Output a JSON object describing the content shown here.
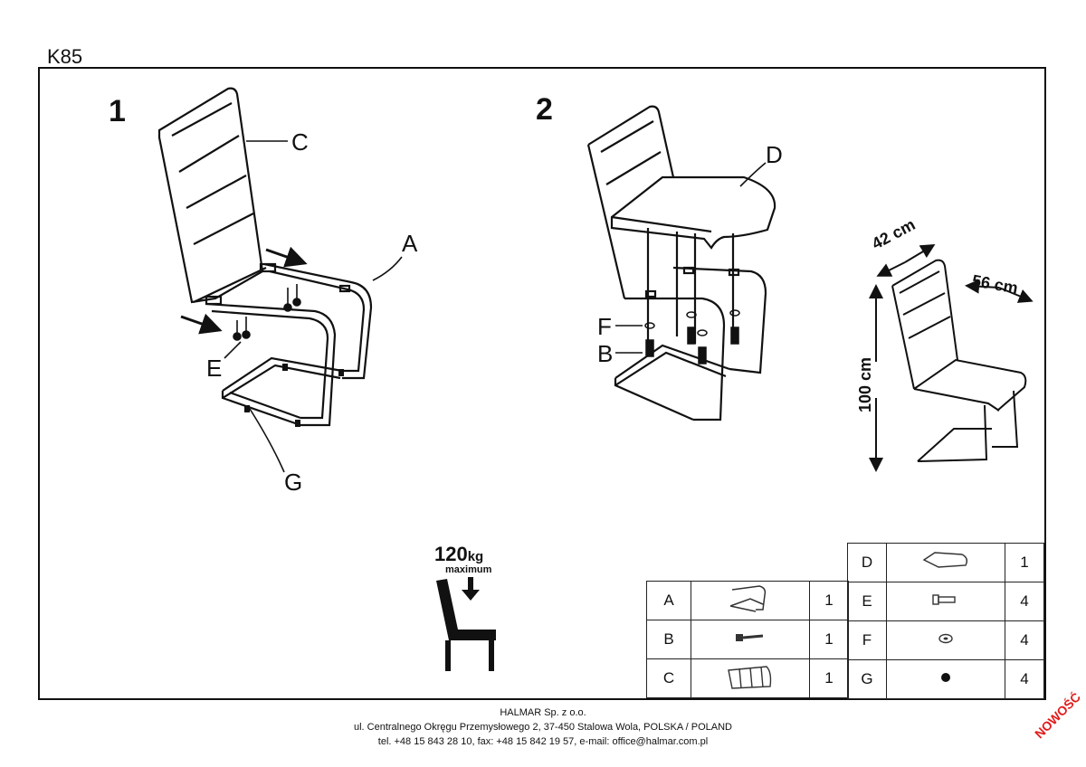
{
  "model": "K85",
  "steps": {
    "one": "1",
    "two": "2"
  },
  "callouts": {
    "a": "A",
    "b": "B",
    "c": "C",
    "d": "D",
    "e": "E",
    "f": "F",
    "g": "G"
  },
  "dimensions": {
    "width": "42 cm",
    "depth": "56 cm",
    "height": "100 cm"
  },
  "load": {
    "value": "120",
    "unit": "kg",
    "note": "maximum"
  },
  "parts": {
    "left": [
      {
        "code": "A",
        "icon": "frame-part-icon",
        "qty": "1"
      },
      {
        "code": "B",
        "icon": "bolt-icon",
        "qty": "1"
      },
      {
        "code": "C",
        "icon": "backrest-part-icon",
        "qty": "1"
      }
    ],
    "right": [
      {
        "code": "D",
        "icon": "seat-part-icon",
        "qty": "1"
      },
      {
        "code": "E",
        "icon": "screw-icon",
        "qty": "4"
      },
      {
        "code": "F",
        "icon": "washer-icon",
        "qty": "4"
      },
      {
        "code": "G",
        "icon": "cap-icon",
        "qty": "4"
      }
    ]
  },
  "footer": {
    "company": "HALMAR Sp. z o.o.",
    "address": "ul. Centralnego Okręgu Przemysłowego 2, 37-450 Stalowa Wola, POLSKA / POLAND",
    "contact": "tel. +48 15 843 28 10, fax: +48 15 842 19 57, e-mail: office@halmar.com.pl"
  },
  "stamp": "NOWOŚĆ"
}
